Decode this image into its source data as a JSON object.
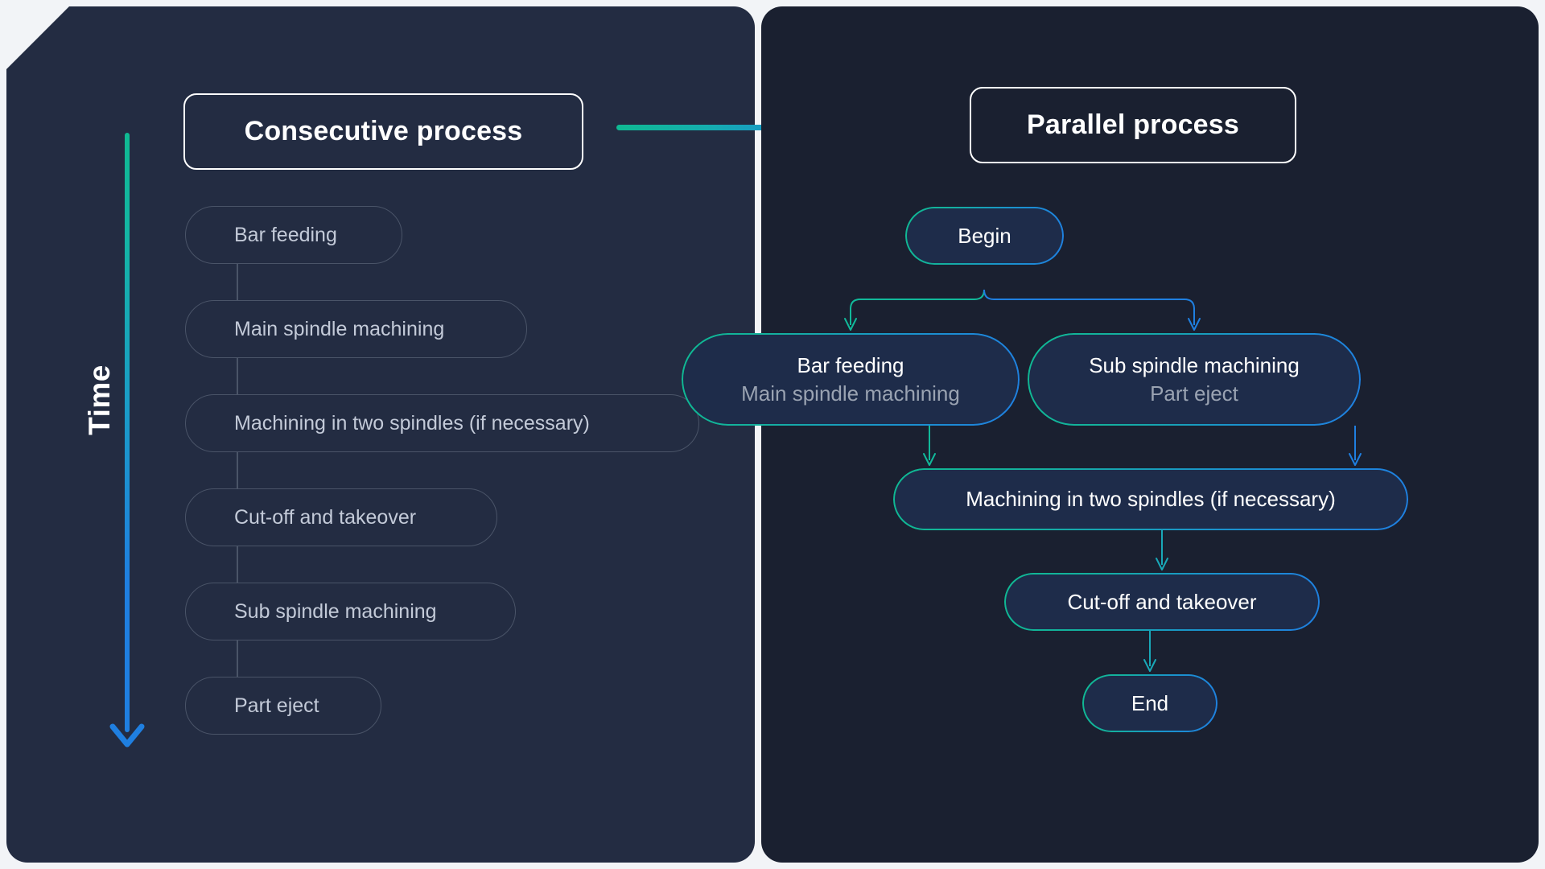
{
  "diagram": {
    "left_panel": {
      "header": "Consecutive process",
      "time_axis_label": "Time",
      "steps": [
        {
          "label": "Bar feeding"
        },
        {
          "label": "Main spindle machining"
        },
        {
          "label": "Machining in two spindles (if necessary)"
        },
        {
          "label": "Cut-off and takeover"
        },
        {
          "label": "Sub spindle machining"
        },
        {
          "label": "Part eject"
        }
      ]
    },
    "connector": {
      "icon": "arrow-right-icon"
    },
    "right_panel": {
      "header": "Parallel process",
      "nodes": {
        "begin": {
          "line1": "Begin"
        },
        "bar": {
          "line1": "Bar feeding",
          "line2": "Main spindle machining"
        },
        "sub": {
          "line1": "Sub spindle machining",
          "line2": "Part eject"
        },
        "machining": {
          "line1": "Machining in two spindles (if necessary)"
        },
        "cutoff": {
          "line1": "Cut-off and takeover"
        },
        "end": {
          "line1": "End"
        }
      }
    },
    "colors": {
      "accent_teal": "#0fb992",
      "accent_blue": "#1f7fe0",
      "left_panel_bg": "#232c42",
      "right_panel_bg": "#1a2030",
      "node_fill": "#1e2c4a",
      "pill_border": "#4a5468",
      "pill_text": "#c3cad8",
      "secondary_text": "#9aa3b2",
      "primary_text": "#ffffff"
    }
  }
}
